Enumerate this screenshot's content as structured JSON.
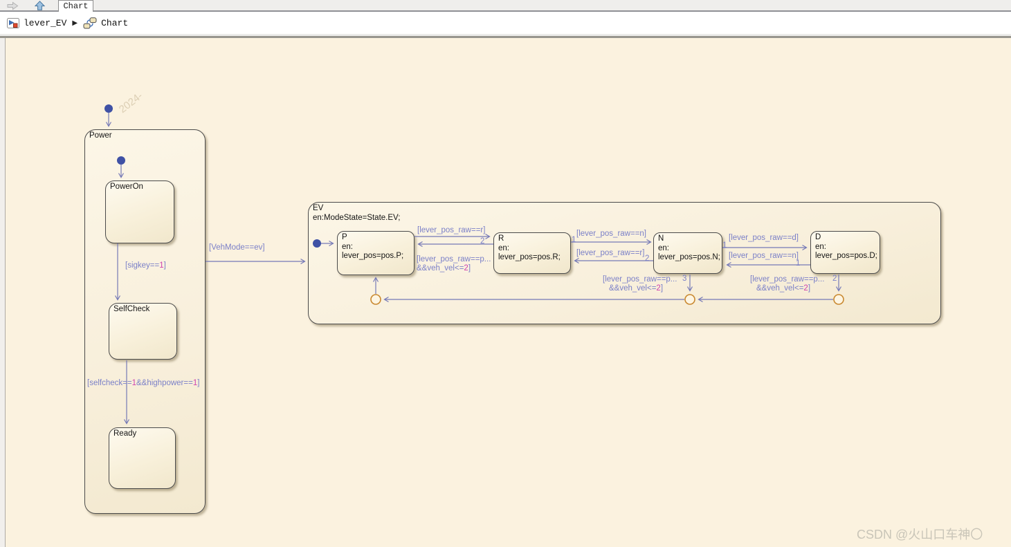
{
  "toolbar": {
    "tab": "Chart"
  },
  "breadcrumb": {
    "model": "lever_EV",
    "separator": "▶",
    "chart": "Chart"
  },
  "watermark": {
    "csdn": "CSDN @火山口车神〇",
    "diagonal": "2024-"
  },
  "states": {
    "power": {
      "label": "Power"
    },
    "power_on": {
      "label": "PowerOn"
    },
    "self_check": {
      "label": "SelfCheck"
    },
    "ready": {
      "label": "Ready"
    },
    "ev": {
      "label": "EV",
      "entry": "en:ModeState=State.EV;"
    },
    "p": {
      "label": "P",
      "en": "en:",
      "action": "lever_pos=pos.P;"
    },
    "r": {
      "label": "R",
      "en": "en:",
      "action": "lever_pos=pos.R;"
    },
    "n": {
      "label": "N",
      "en": "en:",
      "action": "lever_pos=pos.N;"
    },
    "d": {
      "label": "D",
      "en": "en:",
      "action": "lever_pos=pos.D;"
    }
  },
  "transitions": {
    "sigkey": {
      "pre": "[sigkey==",
      "n1": "1",
      "post": "]"
    },
    "selfcheck": {
      "pre": "[selfcheck==",
      "n1": "1",
      "mid": "&&highpower==",
      "n2": "1",
      "post": "]"
    },
    "vehmode": {
      "text": "[VehMode==ev]"
    },
    "p_to_r": {
      "text": "[lever_pos_raw==r]"
    },
    "r_to_p": {
      "order": "2",
      "line1": "[lever_pos_raw==p...",
      "pre2": "&&veh_vel<=",
      "n2": "2",
      "post2": "]"
    },
    "r_to_n": {
      "order": "1",
      "text": "[lever_pos_raw==n]"
    },
    "n_to_r": {
      "order": "2",
      "text": "[lever_pos_raw==r]"
    },
    "n_to_d": {
      "order": "1",
      "text": "[lever_pos_raw==d]"
    },
    "d_to_n": {
      "order": "1",
      "text": "[lever_pos_raw==n]"
    },
    "n_to_junction": {
      "order": "3",
      "line1": "[lever_pos_raw==p...",
      "pre2": "&&veh_vel<=",
      "n2": "2",
      "post2": "]"
    },
    "d_to_junction": {
      "order": "2",
      "line1": "[lever_pos_raw==p...",
      "pre2": "&&veh_vel<=",
      "n2": "2",
      "post2": "]"
    }
  },
  "colors": {
    "canvas_bg": "#fbf2df",
    "transition_line": "#7579b6",
    "label_text": "#7b80c8",
    "numeric_literal": "#cf3fae",
    "default_dot": "#3f51a5",
    "junction_ring": "#c9882f",
    "state_border": "#4a4a4a"
  }
}
